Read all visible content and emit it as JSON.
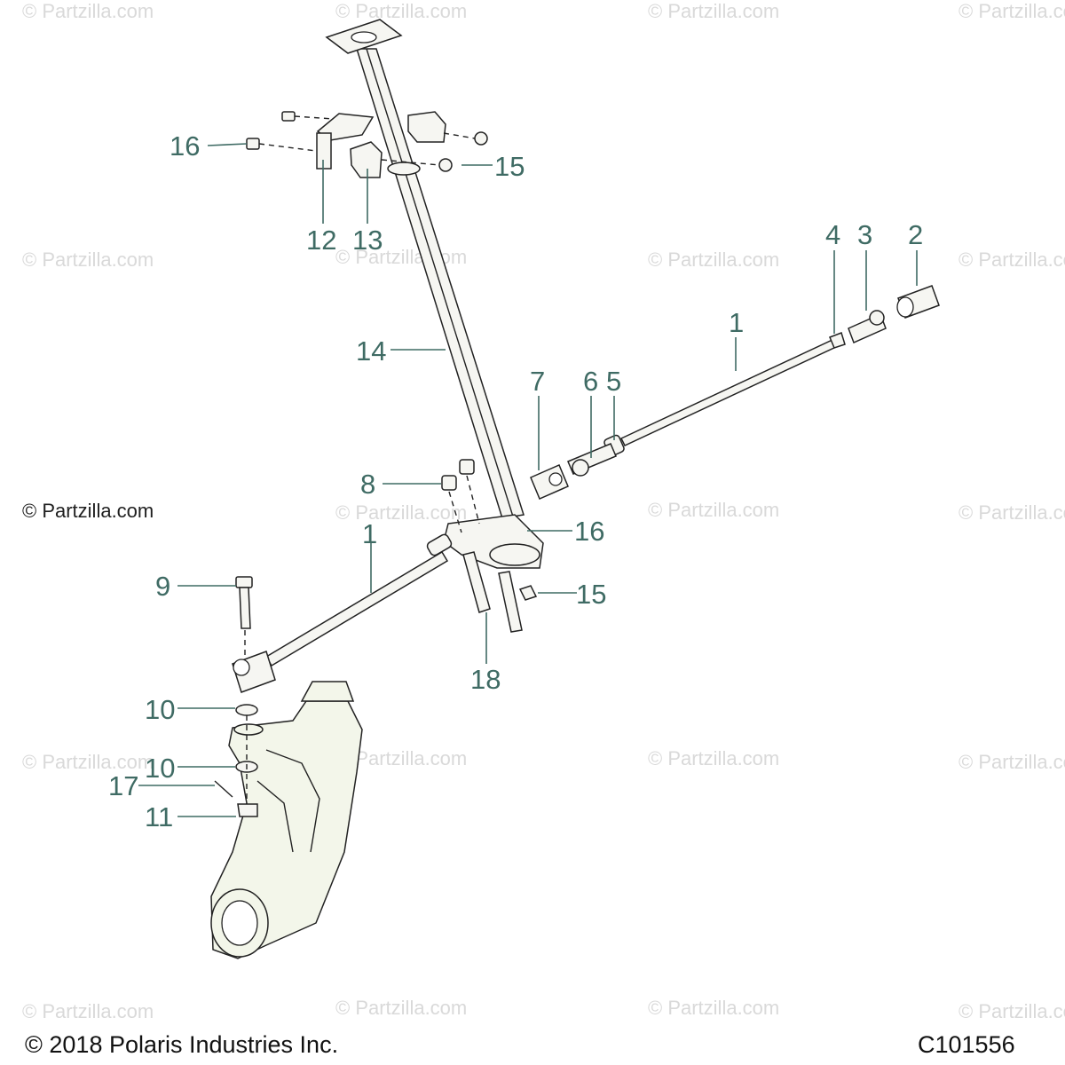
{
  "watermarks": {
    "text": "© Partzilla.com",
    "prominent": "© Partzilla.com"
  },
  "callouts": [
    {
      "id": "c1a",
      "label": "1"
    },
    {
      "id": "c1b",
      "label": "1"
    },
    {
      "id": "c2",
      "label": "2"
    },
    {
      "id": "c3",
      "label": "3"
    },
    {
      "id": "c4",
      "label": "4"
    },
    {
      "id": "c5",
      "label": "5"
    },
    {
      "id": "c6",
      "label": "6"
    },
    {
      "id": "c7",
      "label": "7"
    },
    {
      "id": "c8",
      "label": "8"
    },
    {
      "id": "c9",
      "label": "9"
    },
    {
      "id": "c10a",
      "label": "10"
    },
    {
      "id": "c10b",
      "label": "10"
    },
    {
      "id": "c11",
      "label": "11"
    },
    {
      "id": "c12",
      "label": "12"
    },
    {
      "id": "c13",
      "label": "13"
    },
    {
      "id": "c14",
      "label": "14"
    },
    {
      "id": "c15a",
      "label": "15"
    },
    {
      "id": "c15b",
      "label": "15"
    },
    {
      "id": "c16a",
      "label": "16"
    },
    {
      "id": "c16b",
      "label": "16"
    },
    {
      "id": "c17",
      "label": "17"
    },
    {
      "id": "c18",
      "label": "18"
    }
  ],
  "footer": {
    "copyright": "© 2018 Polaris Industries Inc.",
    "diagram_code": "C101556"
  }
}
